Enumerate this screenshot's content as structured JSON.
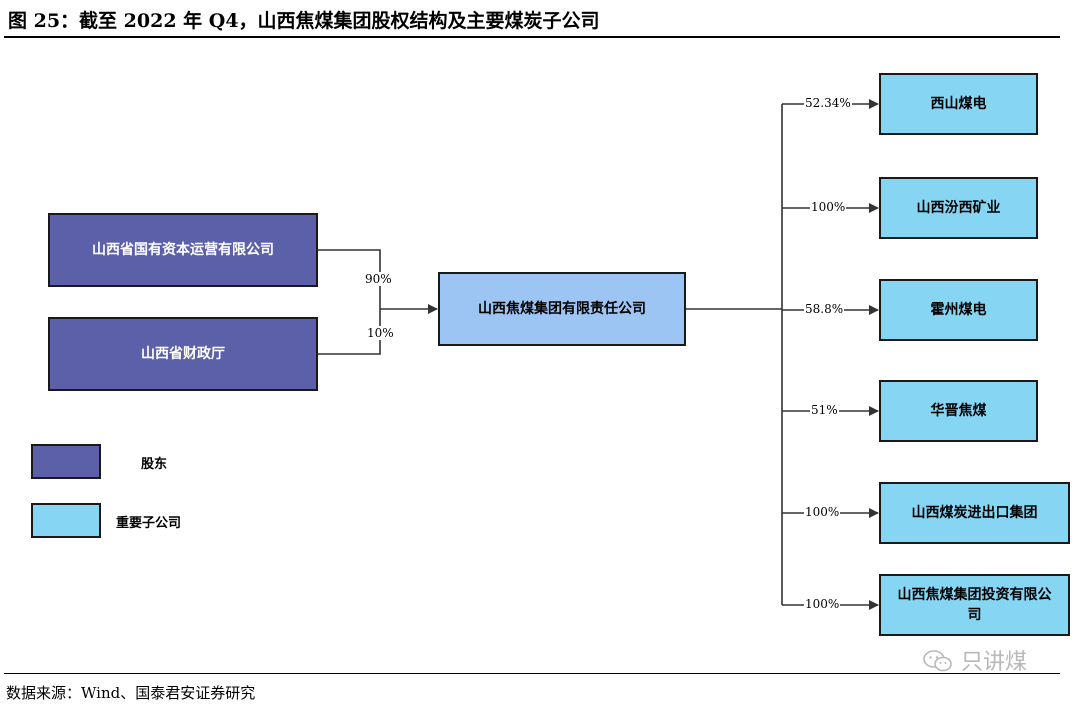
{
  "title": "图 25：截至 2022 年 Q4，山西焦煤集团股权结构及主要煤炭子公司",
  "shareholders": [
    {
      "name": "山西省国有资本运营有限公司",
      "pct": "90%"
    },
    {
      "name": "山西省财政厅",
      "pct": "10%"
    }
  ],
  "group": {
    "name": "山西焦煤集团有限责任公司"
  },
  "subsidiaries": [
    {
      "name": "西山煤电",
      "pct": "52.34%"
    },
    {
      "name": "山西汾西矿业",
      "pct": "100%"
    },
    {
      "name": "霍州煤电",
      "pct": "58.8%"
    },
    {
      "name": "华晋焦煤",
      "pct": "51%"
    },
    {
      "name": "山西煤炭进出口集团",
      "pct": "100%"
    },
    {
      "name": "山西焦煤集团投资有限公司",
      "pct": "100%"
    }
  ],
  "legend": {
    "shareholder": "股东",
    "subsidiary": "重要子公司"
  },
  "colors": {
    "shareholder": "#5b60a8",
    "group": "#9dc5f3",
    "subsidiary": "#86d5f3"
  },
  "source": "数据来源：Wind、国泰君安证券研究",
  "watermark": "只讲煤"
}
